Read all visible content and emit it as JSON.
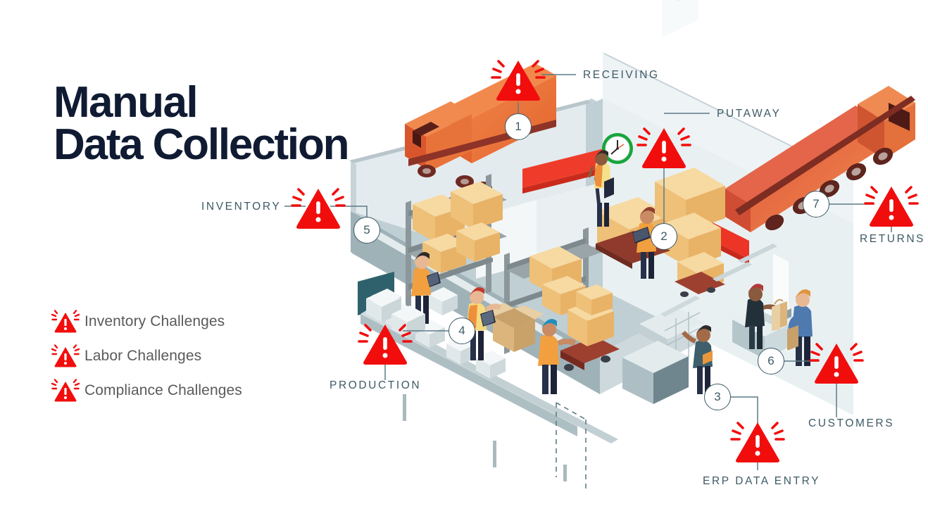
{
  "title": {
    "line1": "Manual",
    "line2": "Data Collection"
  },
  "legend": {
    "items": [
      {
        "icon": "warning-triangle-icon",
        "label": "Inventory Challenges"
      },
      {
        "icon": "warning-triangle-icon",
        "label": "Labor Challenges"
      },
      {
        "icon": "warning-triangle-icon",
        "label": "Compliance Challenges"
      }
    ]
  },
  "callouts": [
    {
      "number": "1",
      "label": "RECEIVING"
    },
    {
      "number": "2",
      "label": "PUTAWAY"
    },
    {
      "number": "3",
      "label": "ERP DATA ENTRY"
    },
    {
      "number": "4",
      "label": "PRODUCTION"
    },
    {
      "number": "5",
      "label": "INVENTORY"
    },
    {
      "number": "6",
      "label": "CUSTOMERS"
    },
    {
      "number": "7",
      "label": "RETURNS"
    }
  ],
  "colors": {
    "title": "#101b33",
    "alert_red": "#f20d0d",
    "label_slate": "#3d5a66",
    "legend_text": "#5a5a5a",
    "floor": "#b6c7cc",
    "wall": "#dfe7ea",
    "truck_orange": "#e8703a",
    "truck_red": "#d2452f",
    "box_tan": "#f2c98a",
    "clock_green": "#17a63a",
    "shelf_gray": "#8f9aa0"
  },
  "scene": {
    "name": "isometric-warehouse-illustration",
    "elements": [
      "delivery-truck-left",
      "delivery-truck-right",
      "wall-clock",
      "pallet-racking",
      "cardboard-boxes",
      "conveyor-belt",
      "pallet-jack-worker",
      "clipboard-workers",
      "erp-terminal",
      "checkout-counter",
      "retail-customers",
      "dashed-doorway"
    ]
  }
}
